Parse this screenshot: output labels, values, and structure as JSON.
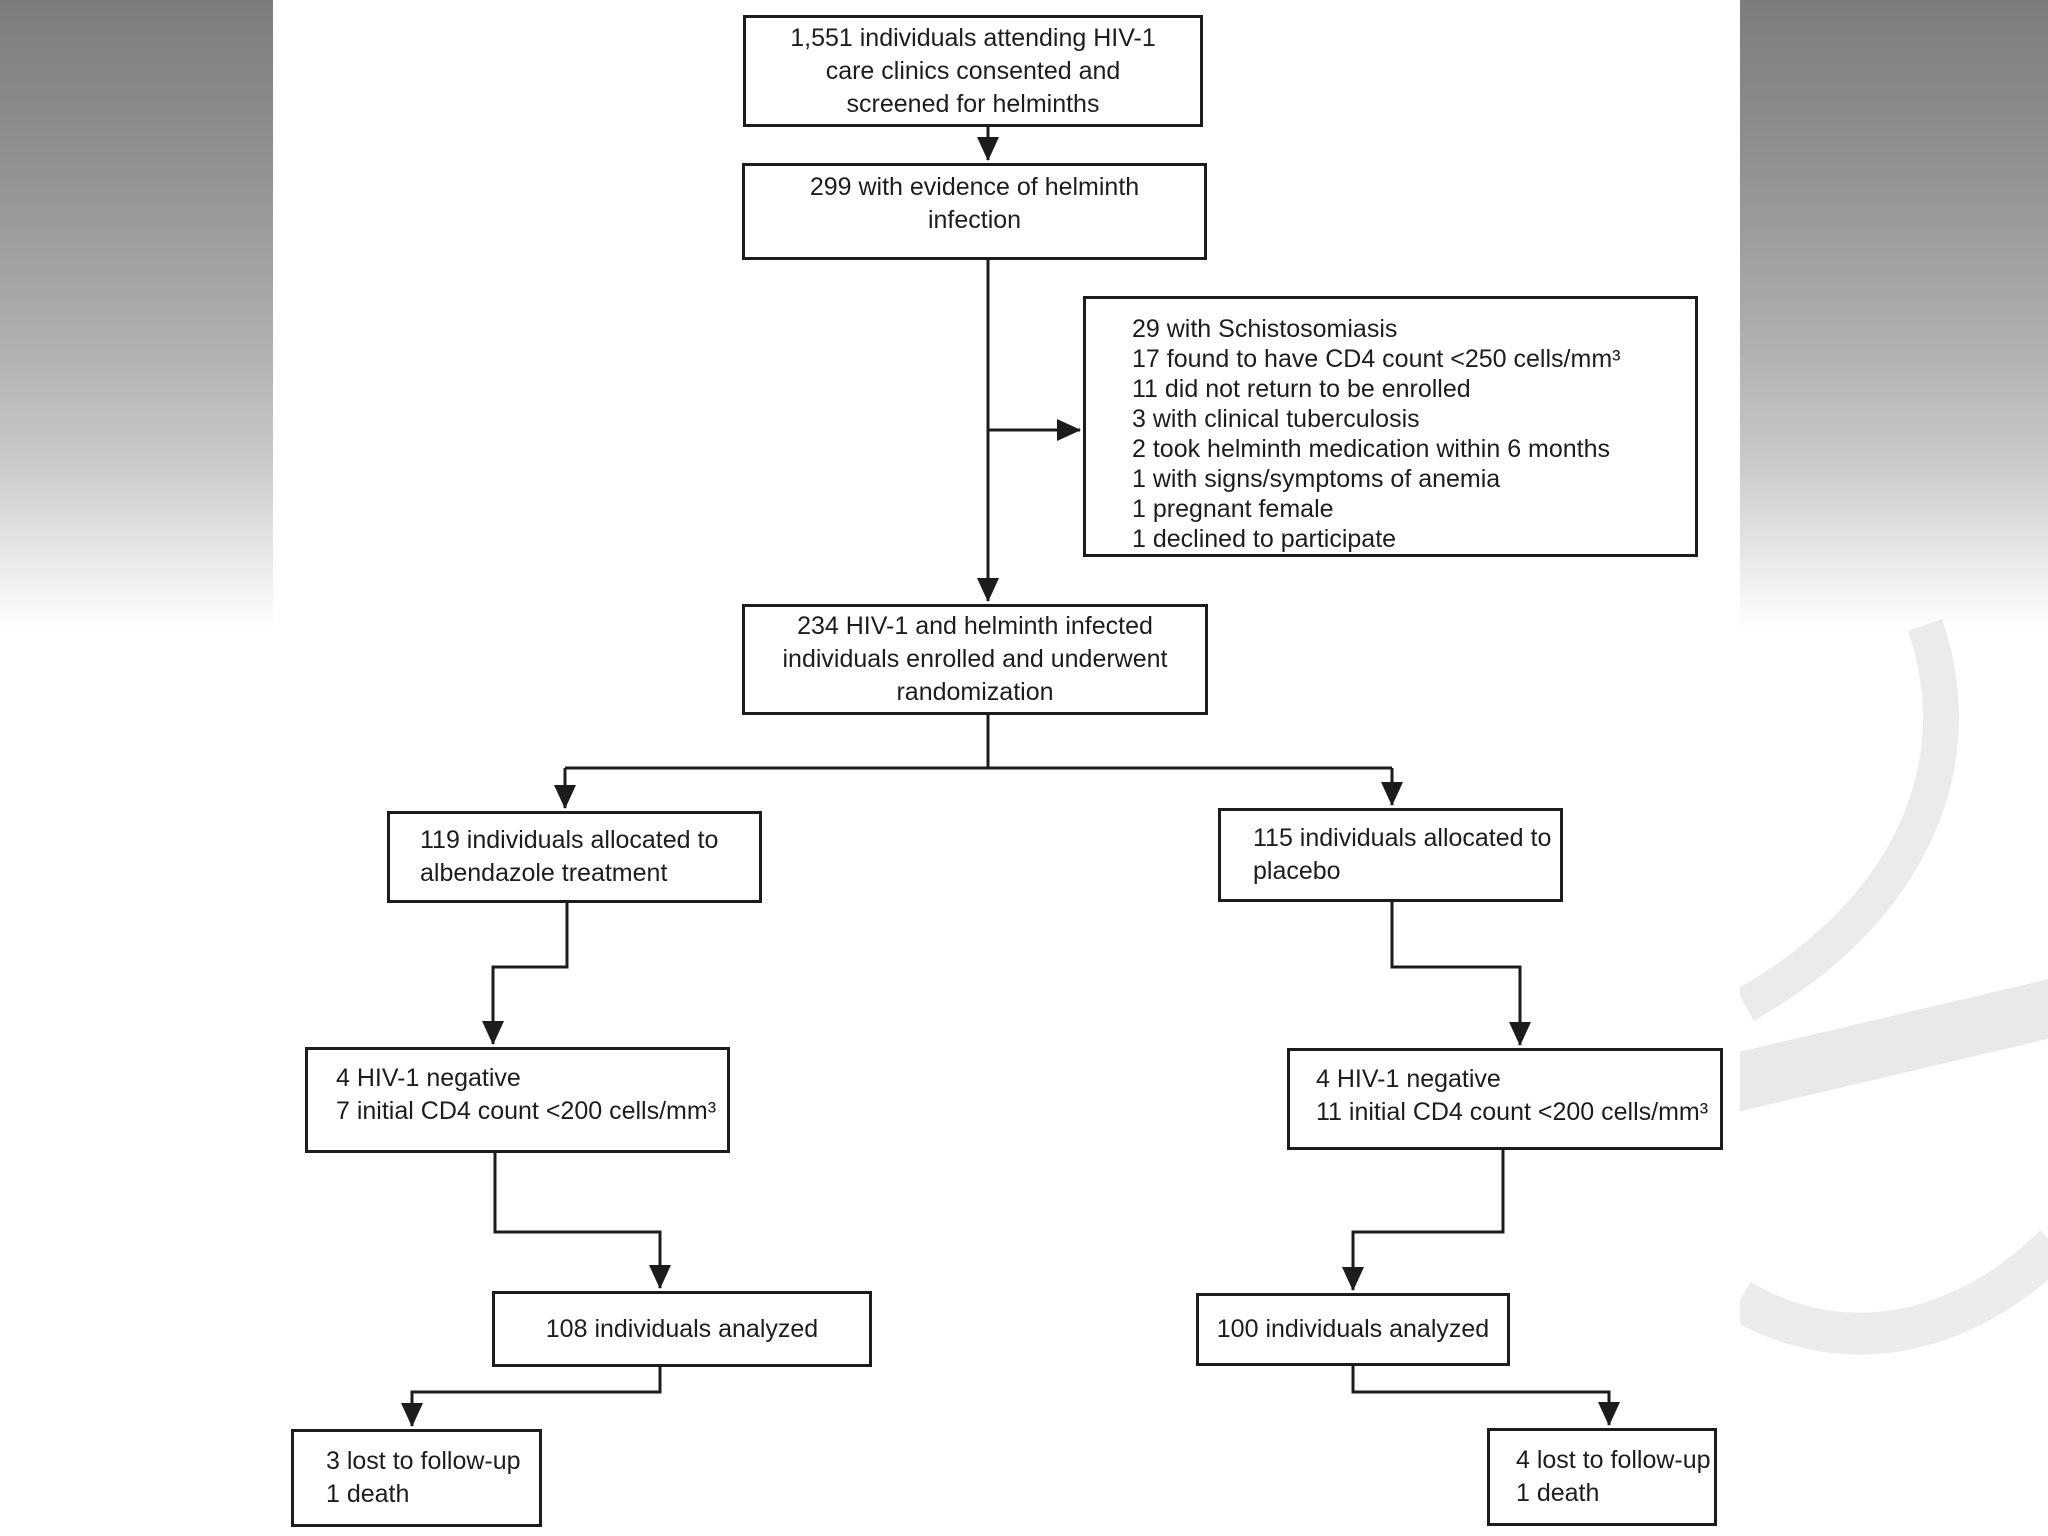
{
  "slide": {
    "background_color": "#ffffff",
    "side_gradient_top": "#7d7d7d",
    "side_gradient_bottom": "#ffffff",
    "line_color": "#1c1c1c",
    "swoosh_color": "#ebebeb"
  },
  "diagram": {
    "type": "flowchart",
    "nodes": {
      "screened": {
        "lines": [
          "1,551 individuals attending HIV-1",
          "care clinics consented and",
          "screened for helminths"
        ]
      },
      "evidence": {
        "lines": [
          "299 with evidence of helminth",
          "infection"
        ]
      },
      "excluded": {
        "lines": [
          "29 with Schistosomiasis",
          "17 found to have CD4 count <250 cells/mm³",
          "11 did not return to be enrolled",
          "3 with clinical tuberculosis",
          "2 took helminth medication within 6 months",
          "1 with signs/symptoms of anemia",
          "1 pregnant female",
          "1 declined to participate"
        ]
      },
      "enrolled": {
        "lines": [
          "234 HIV-1 and helminth infected",
          "individuals enrolled and underwent",
          "randomization"
        ]
      },
      "albendazole": {
        "lines": [
          "119 individuals allocated to",
          "albendazole treatment"
        ]
      },
      "placebo": {
        "lines": [
          "115 individuals allocated to",
          "placebo"
        ]
      },
      "albendazole_excluded": {
        "lines": [
          "4 HIV-1 negative",
          "7 initial CD4 count <200 cells/mm³"
        ]
      },
      "placebo_excluded": {
        "lines": [
          "4 HIV-1 negative",
          "11 initial CD4 count <200 cells/mm³"
        ]
      },
      "albendazole_analyzed": {
        "lines": [
          "108 individuals analyzed"
        ]
      },
      "placebo_analyzed": {
        "lines": [
          "100 individuals analyzed"
        ]
      },
      "albendazole_lost": {
        "lines": [
          "3 lost to follow-up",
          "1 death"
        ]
      },
      "placebo_lost": {
        "lines": [
          "4 lost to follow-up",
          "1 death"
        ]
      }
    }
  }
}
